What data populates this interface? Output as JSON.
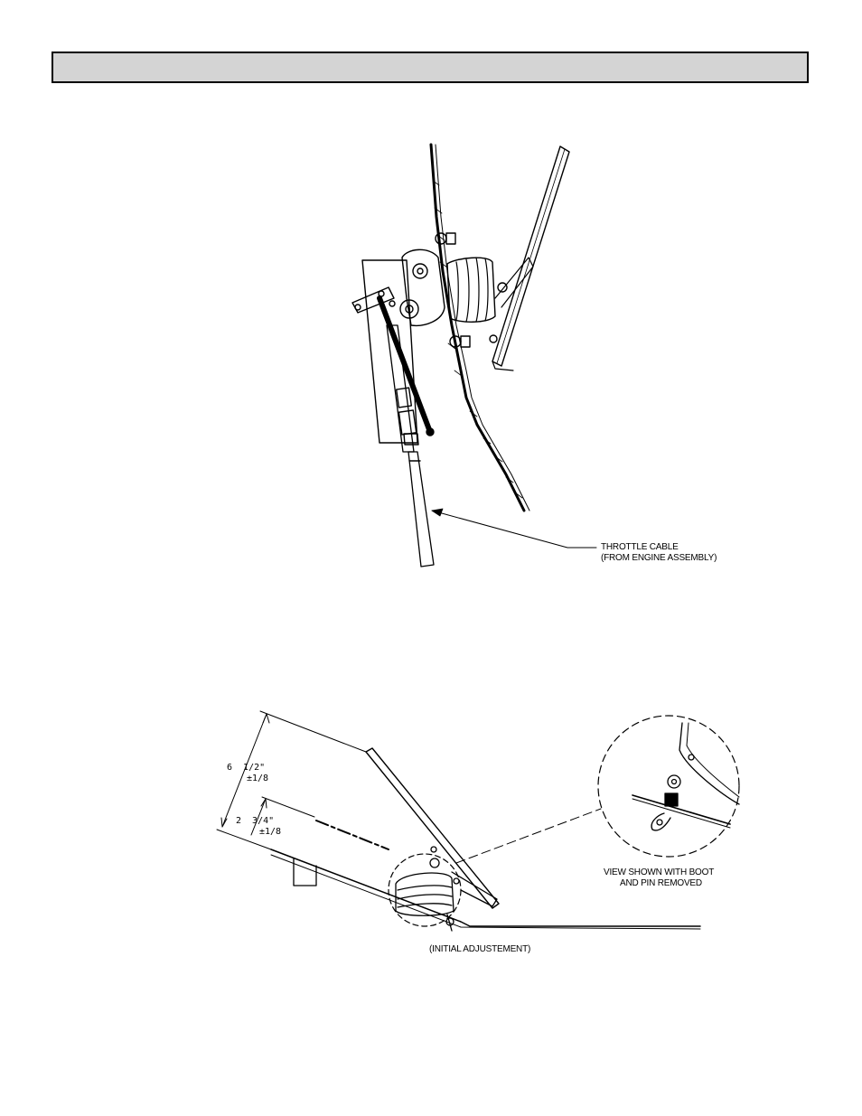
{
  "header": {
    "title": ""
  },
  "figure_top": {
    "callout_line1": "THROTTLE CABLE",
    "callout_line2": "(FROM ENGINE ASSEMBLY)"
  },
  "figure_bottom": {
    "dim_outer_value": "6  1/2\"",
    "dim_outer_tol": "±1/8",
    "dim_inner_value": "2  3/4\"",
    "dim_inner_tol": "±1/8",
    "detail_line1": "VIEW SHOWN WITH BOOT",
    "detail_line2": "AND PIN REMOVED",
    "caption": "(INITIAL ADJUSTEMENT)"
  }
}
